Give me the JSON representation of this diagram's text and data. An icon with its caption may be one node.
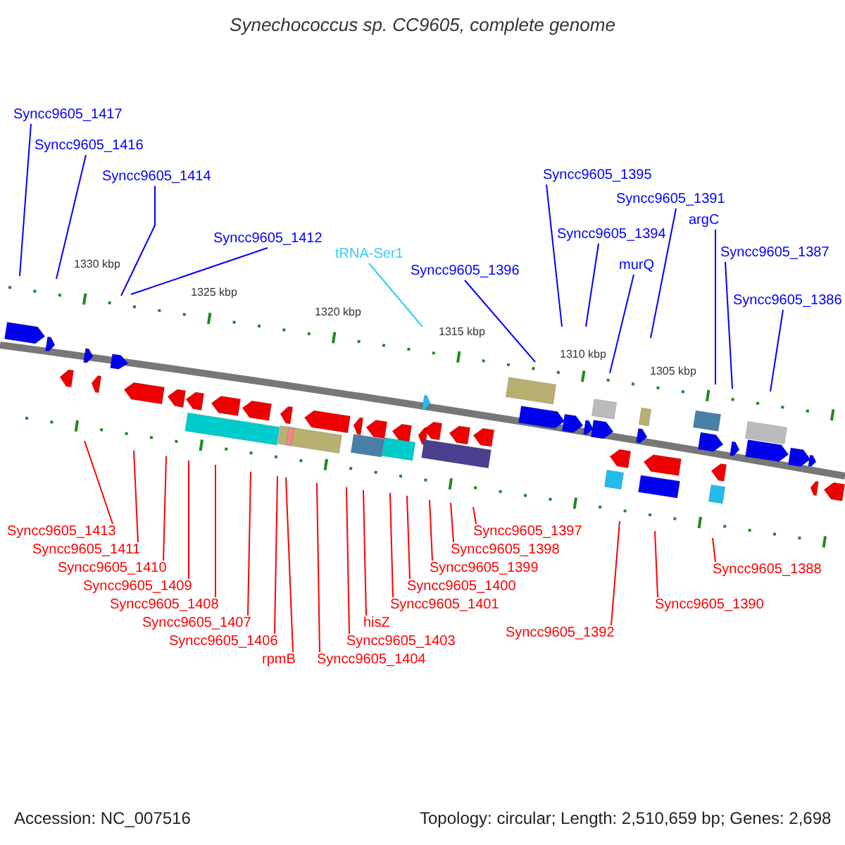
{
  "diagram": {
    "title": "Synechococcus sp. CC9605, complete genome",
    "nodes": [
      {
        "text": [
          "Syncc9605_1417"
        ]
      },
      {
        "text": [
          "Syncc9605_1395"
        ]
      },
      {
        "text": [
          "Syncc9605_1416"
        ]
      },
      {
        "text": [
          "Syncc9605_1391"
        ]
      },
      {
        "text": [
          "argC"
        ]
      },
      {
        "text": [
          "Syncc9605_1414"
        ]
      },
      {
        "text": [
          "Syncc9605_1394"
        ]
      },
      {
        "text": [
          "Syncc9605_1412"
        ]
      },
      {
        "text": [
          "Syncc9605_1387"
        ]
      },
      {
        "text": [
          "tRNA-Ser1"
        ]
      },
      {
        "text": [
          "murQ"
        ]
      },
      {
        "text": [
          "Syncc9605_1396"
        ]
      },
      {
        "text": [
          "Syncc9605_1386"
        ]
      },
      {
        "text": [
          "Syncc9605_1413"
        ]
      },
      {
        "text": [
          "Syncc9605_1411"
        ]
      },
      {
        "text": [
          "Syncc9605_1407"
        ]
      },
      {
        "text": [
          "Syncc9605_1401"
        ]
      },
      {
        "text": [
          "rpmB"
        ]
      },
      {
        "text": [
          "Syncc9605_1410"
        ]
      },
      {
        "text": [
          "hisZ"
        ]
      },
      {
        "text": [
          "Syncc9605_1406"
        ]
      },
      {
        "text": [
          "Syncc9605_1392"
        ]
      },
      {
        "text": [
          "Syncc9605_1397"
        ]
      },
      {
        "text": [
          "Syncc9605_1404"
        ]
      },
      {
        "text": [
          "Syncc9605_1388"
        ]
      },
      {
        "text": [
          "Syncc9605_1398"
        ]
      },
      {
        "text": [
          "Syncc9605_1408"
        ]
      },
      {
        "text": [
          "Syncc9605_1399"
        ]
      },
      {
        "text": [
          "Syncc9605_1390"
        ]
      },
      {
        "text": [
          "Syncc9605_1409"
        ]
      },
      {
        "text": [
          "Syncc9605_1400"
        ]
      },
      {
        "text": [
          "Syncc9605_1403"
        ]
      }
    ],
    "edges": [
      {
        "from": 0,
        "to": null,
        "arrow": "none",
        "color": "#0000ff"
      },
      {
        "from": 1,
        "to": null,
        "arrow": "none",
        "color": "#0000ff"
      },
      {
        "from": 2,
        "to": null,
        "arrow": "none",
        "color": "#0000ff"
      },
      {
        "from": 3,
        "to": null,
        "arrow": "none",
        "color": "#0000ff"
      },
      {
        "from": 4,
        "to": null,
        "arrow": "none",
        "color": "#0000ff"
      },
      {
        "from": 5,
        "to": null,
        "arrow": "none",
        "color": "#0000ff"
      },
      {
        "from": 6,
        "to": null,
        "arrow": "none",
        "color": "#0000ff"
      },
      {
        "from": 7,
        "to": null,
        "arrow": "none",
        "color": "#0000ff"
      },
      {
        "from": 8,
        "to": null,
        "arrow": "none",
        "color": "#0000ff"
      },
      {
        "from": 9,
        "to": null,
        "arrow": "none",
        "color": "#33ccff"
      },
      {
        "from": 10,
        "to": null,
        "arrow": "none",
        "color": "#0000ff"
      },
      {
        "from": 11,
        "to": null,
        "arrow": "none",
        "color": "#0000ff"
      },
      {
        "from": 12,
        "to": null,
        "arrow": "none",
        "color": "#0000ff"
      },
      {
        "from": 13,
        "to": null,
        "arrow": "none"
      },
      {
        "from": 14,
        "to": null,
        "arrow": "none"
      },
      {
        "from": 15,
        "to": null,
        "arrow": "none"
      },
      {
        "from": 16,
        "to": null,
        "arrow": "none"
      },
      {
        "from": 17,
        "to": null,
        "arrow": "none"
      },
      {
        "from": 18,
        "to": null,
        "arrow": "none"
      },
      {
        "from": 19,
        "to": null,
        "arrow": "none"
      },
      {
        "from": 20,
        "to": null,
        "arrow": "none"
      },
      {
        "from": 21,
        "to": null,
        "arrow": "none"
      },
      {
        "from": 22,
        "to": null,
        "arrow": "none"
      },
      {
        "from": 23,
        "to": null,
        "arrow": "none"
      },
      {
        "from": 24,
        "to": null,
        "arrow": "none"
      },
      {
        "from": 25,
        "to": null,
        "arrow": "none"
      },
      {
        "from": 26,
        "to": null,
        "arrow": "none"
      },
      {
        "from": 27,
        "to": null,
        "arrow": "none"
      },
      {
        "from": 28,
        "to": null,
        "arrow": "none"
      },
      {
        "from": 29,
        "to": null,
        "arrow": "none"
      },
      {
        "from": 30,
        "to": null,
        "arrow": "none"
      },
      {
        "from": 31,
        "to": null,
        "arrow": "none"
      }
    ],
    "labels": [
      "1330 kbp",
      "1325 kbp",
      "1320 kbp",
      "1315 kbp",
      "1310 kbp",
      "1305 kbp",
      "Accession: NC_007516",
      "Topology: circular; Length: 2,510,659 bp; Genes: 2,698"
    ]
  }
}
